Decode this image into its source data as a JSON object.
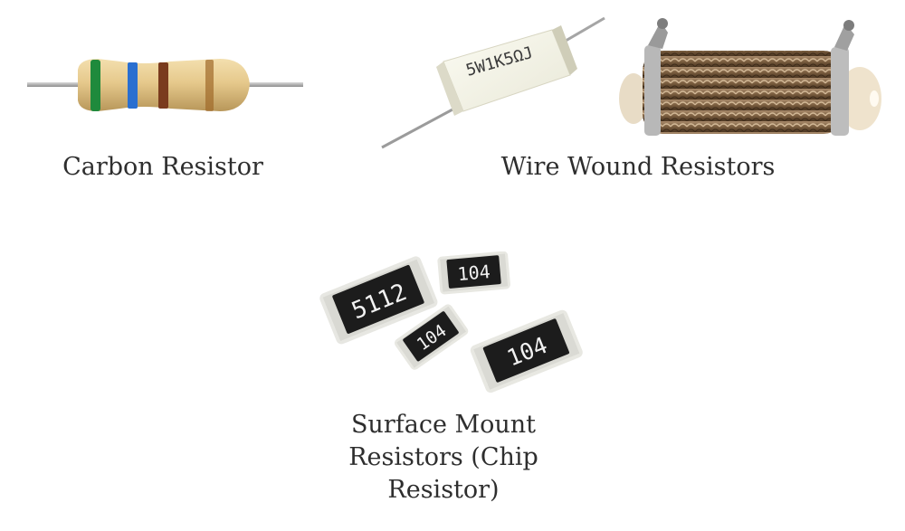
{
  "figures": {
    "carbon": {
      "caption": "Carbon Resistor",
      "band_colors": [
        "#1f8a3c",
        "#2a6fd0",
        "#7a3b1e",
        "#a06a2a"
      ]
    },
    "wire_wound": {
      "caption": "Wire Wound Resistors",
      "ceramic_marking": "5W1K5ΩJ"
    },
    "smd": {
      "caption_lines": [
        "Surface Mount",
        "Resistors (Chip",
        "Resistor)"
      ],
      "chip_markings": [
        "5112",
        "104",
        "104",
        "104"
      ]
    }
  }
}
